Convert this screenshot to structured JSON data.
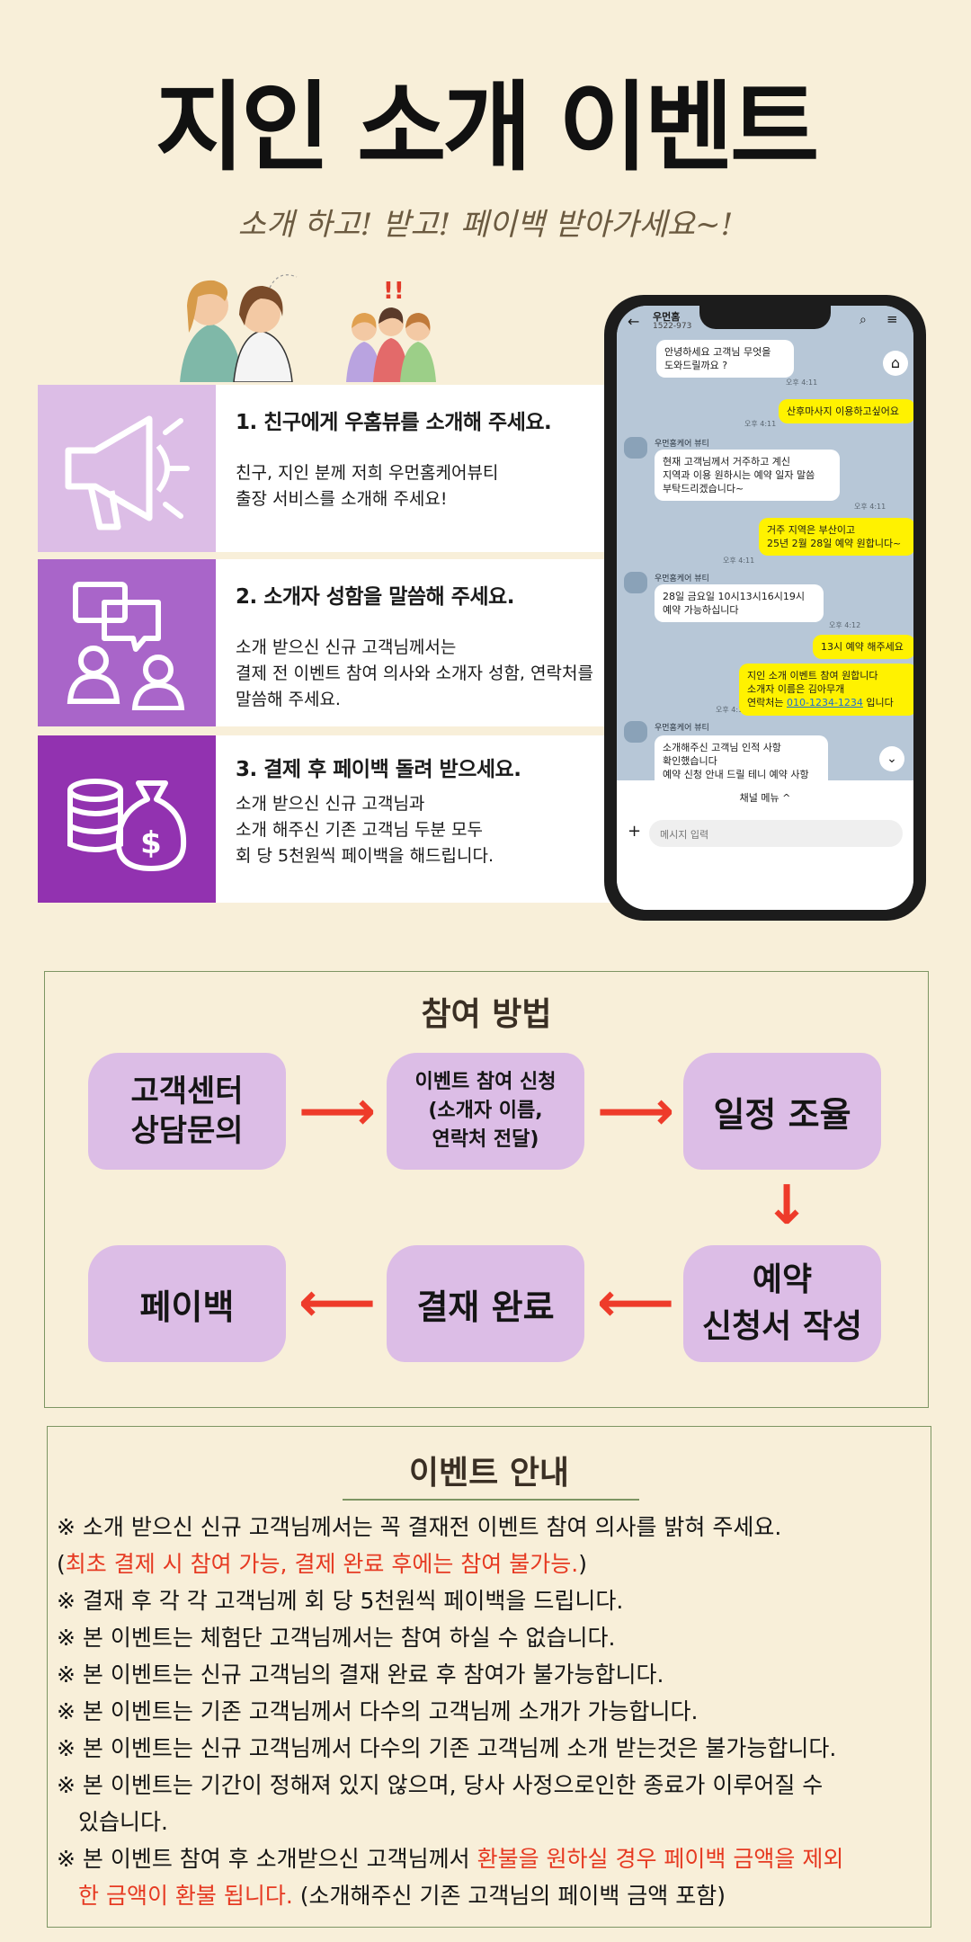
{
  "title": "지인 소개 이벤트",
  "subtitle": "소개 하고! 받고! 페이백 받아가세요~!",
  "steps": [
    {
      "title": "1. 친구에게 우홈뷰를 소개해 주세요.",
      "desc": "친구, 지인 분께  저희 우먼홈케어뷰티\n출장 서비스를 소개해 주세요!"
    },
    {
      "title": "2.  소개자 성함을 말씀해 주세요.",
      "desc": "소개 받으신 신규 고객님께서는\n결제 전 이벤트 참여 의사와 소개자 성함, 연락처를\n말씀해 주세요."
    },
    {
      "title": "3. 결제 후 페이백 돌려 받으세요.",
      "desc": "소개 받으신 신규 고객님과\n소개 해주신 기존 고객님 두분 모두\n회 당 5천원씩 페이백을 해드립니다."
    }
  ],
  "phone": {
    "header_name": "우먼홈",
    "header_phone": "1522-973",
    "sender": "우먼홈케어 뷰티",
    "messages": [
      {
        "text": "안녕하세요 고객님 무엇을\n도와드릴까요 ?",
        "time": "오후 4:11"
      },
      {
        "text": "산후마사지 이용하고싶어요",
        "time": "오후 4:11"
      },
      {
        "text": "현재 고객님께서 거주하고 계신\n지역과 이용 원하시는 예약 일자 말씀\n부탁드리겠습니다~",
        "time": "오후 4:11"
      },
      {
        "text": "거주 지역은 부산이고\n25년 2월 28일 예약 원합니다~",
        "time": "오후 4:11"
      },
      {
        "text": "28일 금요일 10시13시16시19시\n예약 가능하십니다",
        "time": "오후 4:12"
      },
      {
        "text": "13시 예약 해주세요",
        "time": ""
      },
      {
        "text": "지인 소개 이벤트 참여 원합니다\n소개자 이름은 김아무개",
        "time": "오후 4:12"
      },
      {
        "text": "소개해주신 고객님 인적 사항\n확인했습니다\n예약 신청 안내 드릴 테니 예약 사항",
        "time": ""
      }
    ],
    "contact_prefix": "연락처는 ",
    "contact_number": "010-1234-1234",
    "contact_suffix": " 입니다",
    "channel_menu": "채널 메뉴 ^",
    "input_placeholder": "메시지 입력"
  },
  "participation": {
    "title": "참여 방법",
    "steps": [
      "고객센터\n상담문의",
      "이벤트 참여 신청\n(소개자 이름,\n연락처 전달)",
      "일정 조율",
      "예약\n신청서 작성",
      "결재 완료",
      "페이백"
    ]
  },
  "info": {
    "title": "이벤트 안내",
    "notes": [
      "※ 소개 받으신 신규 고객님께서는 꼭 결재전 이벤트 참여 의사를 밝혀 주세요.",
      "※ 결재 후 각 각 고객님께 회 당 5천원씩 페이백을 드립니다.",
      "※ 본 이벤트는 체험단 고객님께서는 참여 하실 수 없습니다.",
      "※ 본 이벤트는 신규 고객님의 결재 완료 후 참여가 불가능합니다.",
      "※ 본 이벤트는 기존 고객님께서 다수의 고객님께 소개가 가능합니다.",
      "※ 본 이벤트는 신규 고객님께서 다수의 기존 고객님께 소개 받는것은 불가능합니다."
    ],
    "paren_open": "(",
    "paren_red": "최초 결제 시 참여 가능, 결제 완료 후에는 참여 불가능.",
    "paren_close": ")",
    "note_period_1": "※ 본 이벤트는 기간이 정해져 있지 않으며, 당사 사정으로인한 종료가 이루어질 수",
    "note_period_2": "있습니다.",
    "note_refund_pre": "※ 본 이벤트 참여 후 소개받으신 고객님께서 ",
    "note_refund_red_1": "환불을 원하실 경우 페이백 금액을 제외",
    "note_refund_red_2": "한 금액이 환불 됩니다.",
    "note_refund_post": " (소개해주신 기존 고객님의 페이백 금액 포함)"
  },
  "colors": {
    "bg": "#f8efd9",
    "lilac": "#dcbde6",
    "purple1": "#c89fdb",
    "purple2": "#a965c9",
    "purple3": "#9232b0",
    "arrow": "#ee3b2a",
    "accent_red": "#e63a22"
  }
}
